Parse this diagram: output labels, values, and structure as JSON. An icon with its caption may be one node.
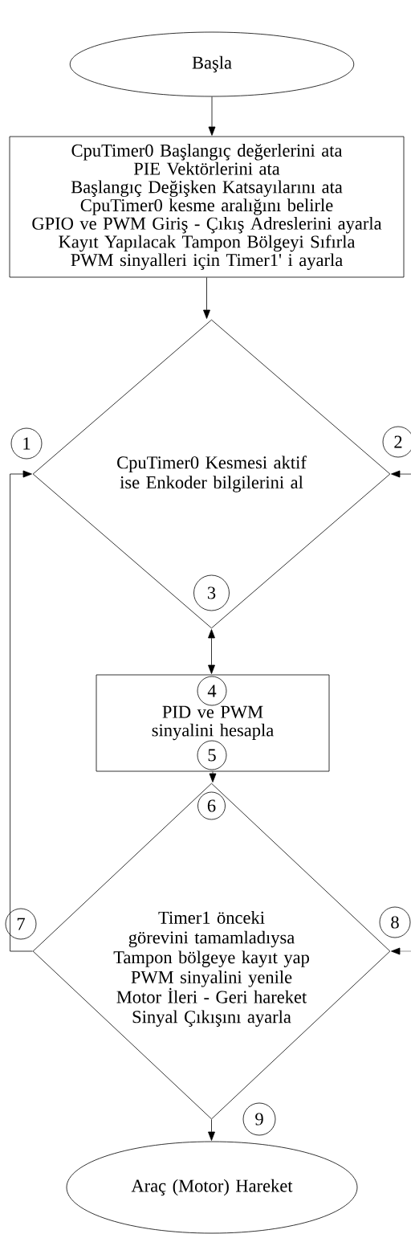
{
  "diagram": {
    "nodes": [
      {
        "text": [
          "Başla"
        ]
      },
      {
        "text": [
          "CpuTimer0 Başlangıç değerlerini ata",
          "PIE Vektörlerini ata",
          "Başlangıç Değişken Katsayılarını ata",
          "CpuTimer0 kesme aralığını belirle",
          "GPIO ve PWM Giriş - Çıkış Adreslerini ayarla",
          "Kayıt Yapılacak Tampon Bölgeyi Sıfırla",
          "PWM sinyalleri için Timer1' i ayarla"
        ]
      },
      {
        "text": [
          "CpuTimer0 Kesmesi aktif ise Enkoder bilgilerini al"
        ]
      },
      {
        "text": [
          "1"
        ]
      },
      {
        "text": [
          "2"
        ]
      },
      {
        "text": [
          "3"
        ],
        "in": 2
      },
      {
        "text": [
          "PID ve PWM sinyalini hesapla"
        ]
      },
      {
        "text": [
          "4"
        ],
        "in": 6
      },
      {
        "text": [
          "5"
        ],
        "in": 6
      },
      {
        "text": [
          "Timer1 önceki görevini tamamladıysa",
          "Tampon bölgeye kayıt yap",
          "PWM sinyalini yenile",
          "Motor İleri - Geri hareket Sinyal Çıkışını ayarla"
        ]
      },
      {
        "text": [
          "6"
        ],
        "in": 9
      },
      {
        "text": [
          "7"
        ]
      },
      {
        "text": [
          "8"
        ]
      },
      {
        "text": [
          "9"
        ]
      },
      {
        "text": [
          "Araç (Motor) Hareket"
        ]
      }
    ],
    "edges": [
      {
        "from": 0,
        "to": 1,
        "arrow": "to"
      },
      {
        "from": 1,
        "to": 2,
        "arrow": "to"
      },
      {
        "from": 2,
        "to": 6,
        "arrow": "both"
      },
      {
        "from": 6,
        "to": 9,
        "arrow": "to"
      },
      {
        "from": 9,
        "to": 14,
        "arrow": "to"
      },
      {
        "from": 9,
        "to": 2,
        "arrow": "to"
      },
      {
        "from": null,
        "to": 2,
        "arrow": "to"
      },
      {
        "from": null,
        "to": 9,
        "arrow": "to"
      }
    ]
  }
}
